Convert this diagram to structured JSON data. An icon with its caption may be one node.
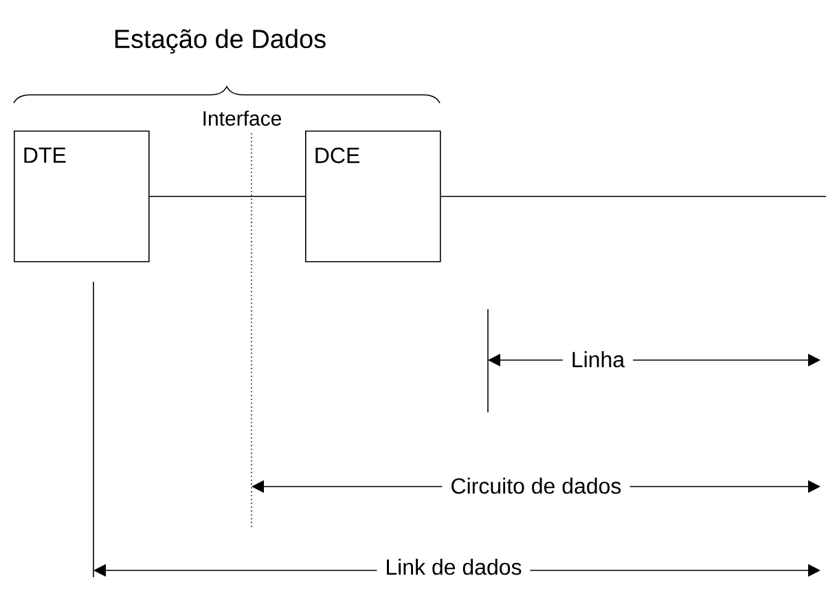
{
  "diagram": {
    "nodes": [
      {
        "text": [
          "DTE"
        ]
      },
      {
        "text": [
          "DCE"
        ]
      }
    ],
    "edges": [
      {
        "from": 0,
        "to": 1,
        "arrow": "none"
      },
      {
        "from": 1,
        "to": null,
        "arrow": "none"
      }
    ],
    "labels": [
      "Estação de Dados",
      "Interface",
      "Linha",
      "Circuito de dados",
      "Link de dados"
    ]
  }
}
